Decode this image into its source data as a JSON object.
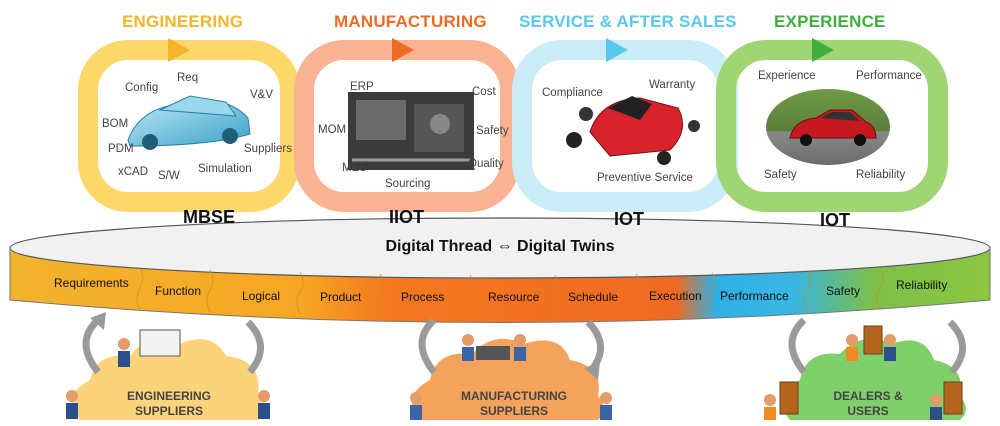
{
  "colors": {
    "engineering": "#f4b52a",
    "manufacturing": "#ef6a22",
    "service": "#5ac8ea",
    "experience": "#3fae3f",
    "engineering_loop": "#fcd86a",
    "manufacturing_loop": "#f9b394",
    "service_loop": "#c9ecf7",
    "experience_loop": "#9fd573",
    "cloud_engineering": "#fbd37a",
    "cloud_manufacturing": "#f4a35c",
    "cloud_dealers": "#7fcf6a"
  },
  "stages": [
    {
      "title": "ENGINEERING",
      "technology": "MBSE",
      "labels": [
        "Config",
        "Req",
        "V&V",
        "BOM",
        "PDM",
        "xCAD",
        "S/W",
        "Simulation",
        "Suppliers"
      ],
      "image": "car-wireframe-icon"
    },
    {
      "title": "MANUFACTURING",
      "technology": "IIOT",
      "labels": [
        "ERP",
        "Cost",
        "MOM",
        "Safety",
        "MES",
        "Quality",
        "Sourcing"
      ],
      "image": "assembly-line-icon"
    },
    {
      "title": "SERVICE & AFTER SALES",
      "technology": "IOT",
      "labels": [
        "Compliance",
        "Warranty",
        "Preventive Service"
      ],
      "image": "exploded-car-icon"
    },
    {
      "title": "EXPERIENCE",
      "technology": "IOT",
      "labels": [
        "Experience",
        "Performance",
        "Safety",
        "Reliability"
      ],
      "image": "red-car-icon"
    }
  ],
  "thread": {
    "title": "Digital Thread ⇔ Digital Twins",
    "pieces": [
      "Requirements",
      "Function",
      "Logical",
      "Product",
      "Process",
      "Resource",
      "Schedule",
      "Execution",
      "Performance",
      "Safety",
      "Reliability"
    ]
  },
  "clouds": [
    {
      "line1": "ENGINEERING",
      "line2": "SUPPLIERS"
    },
    {
      "line1": "MANUFACTURING",
      "line2": "SUPPLIERS"
    },
    {
      "line1": "DEALERS &",
      "line2": "USERS"
    }
  ]
}
